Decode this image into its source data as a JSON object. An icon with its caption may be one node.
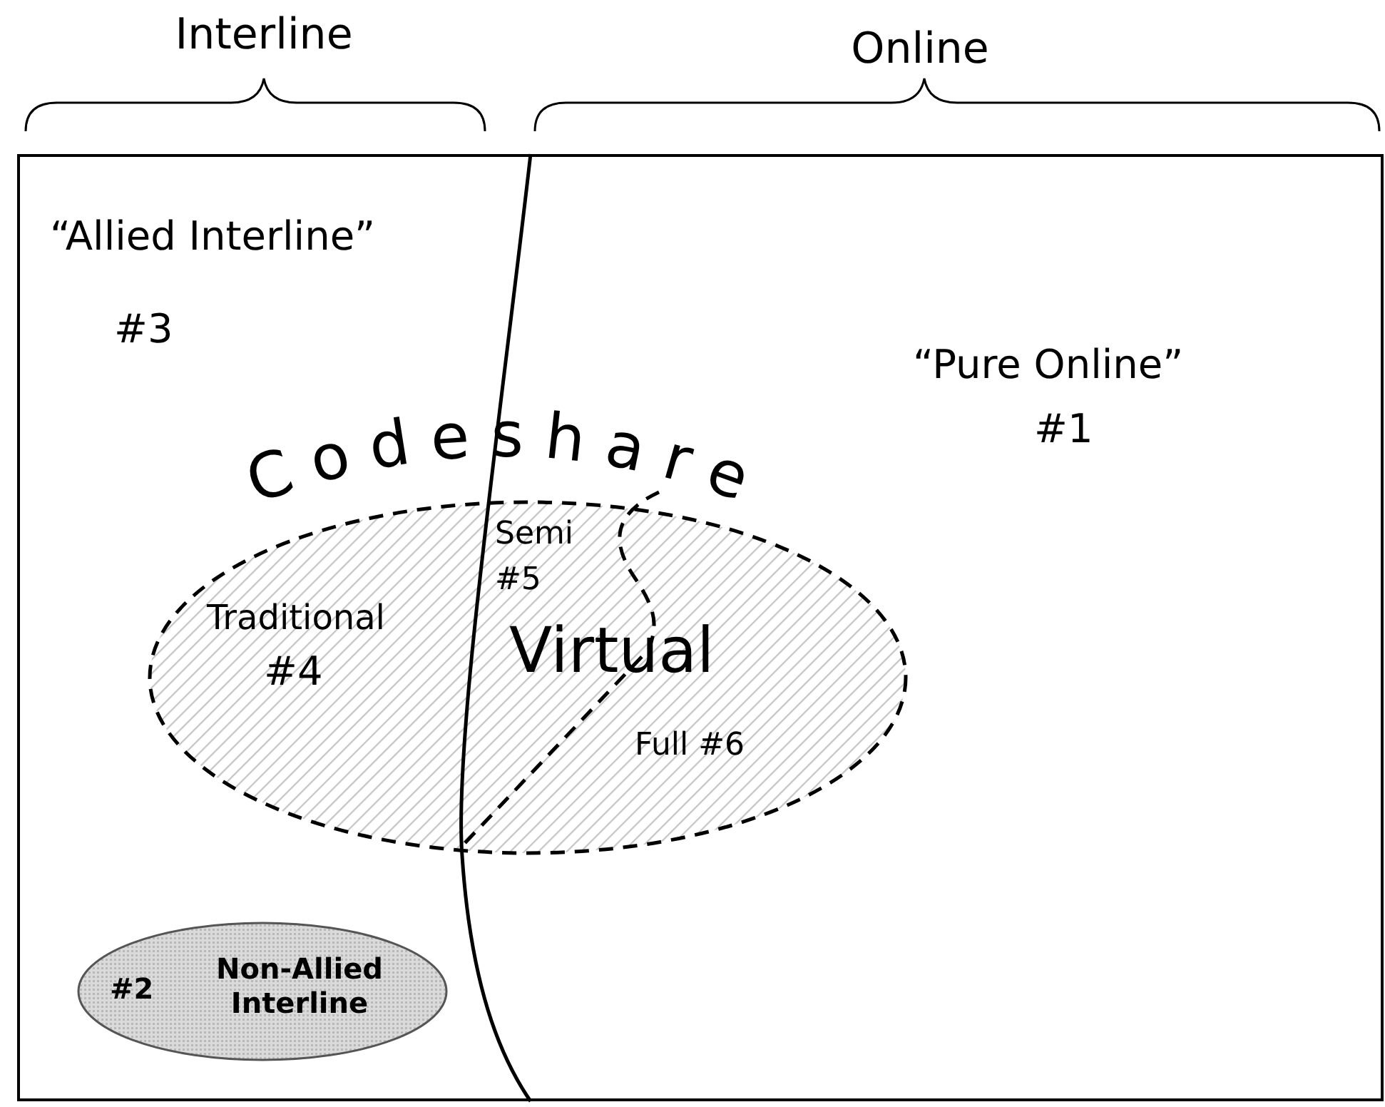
{
  "diagram": {
    "nodes": [
      {
        "text": [],
        "shape": "box"
      },
      {
        "text": [
          "Codeshare"
        ],
        "in": 0
      },
      {
        "text": [
          "#2",
          "Non-Allied Interline"
        ],
        "in": 0
      }
    ],
    "labels": [
      "Interline",
      "Online",
      "“Allied Interline”",
      "#3",
      "“Pure Online”",
      "#1",
      "Semi",
      "#5",
      "Traditional",
      "#4",
      "Virtual",
      "Full #6"
    ]
  }
}
